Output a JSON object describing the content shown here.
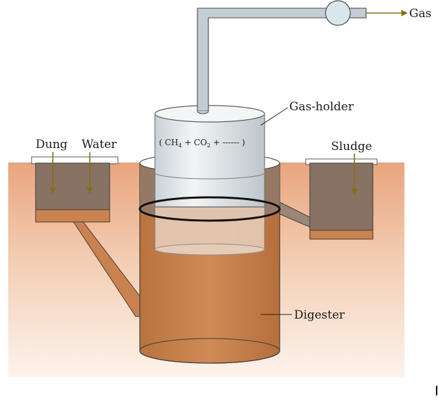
{
  "labels": {
    "gas": "Gas",
    "gas_holder": "Gas-holder",
    "dung": "Dung",
    "water": "Water",
    "sludge": "Sludge",
    "digester": "Digester"
  },
  "formula": {
    "open": "( CH",
    "ch4_sub": "4",
    "mid": " + CO",
    "co2_sub": "2",
    "tail": " + ------ )"
  },
  "colors": {
    "soil_top": "#e9a57e",
    "soil_bottom": "#fdf2ea",
    "digester_fill": "#c98250",
    "pit_fill": "#877264",
    "pipe_fill": "#c2ced3",
    "holder_fill": "#dfe5e8",
    "arrow": "#8a6d14"
  }
}
